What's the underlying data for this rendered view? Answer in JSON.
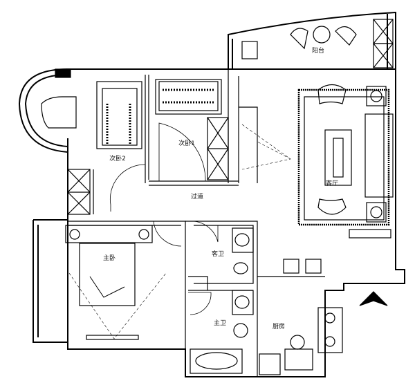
{
  "rooms": {
    "balcony": "阳台",
    "living": "客厅",
    "bedroom2": "次卧2",
    "bedroom1": "次卧1",
    "corridor": "过道",
    "master": "主卧",
    "guest_bath": "客卫",
    "master_bath": "主卫",
    "kitchen": "厨房"
  },
  "colors": {
    "wall": "#000000",
    "background": "#ffffff"
  }
}
